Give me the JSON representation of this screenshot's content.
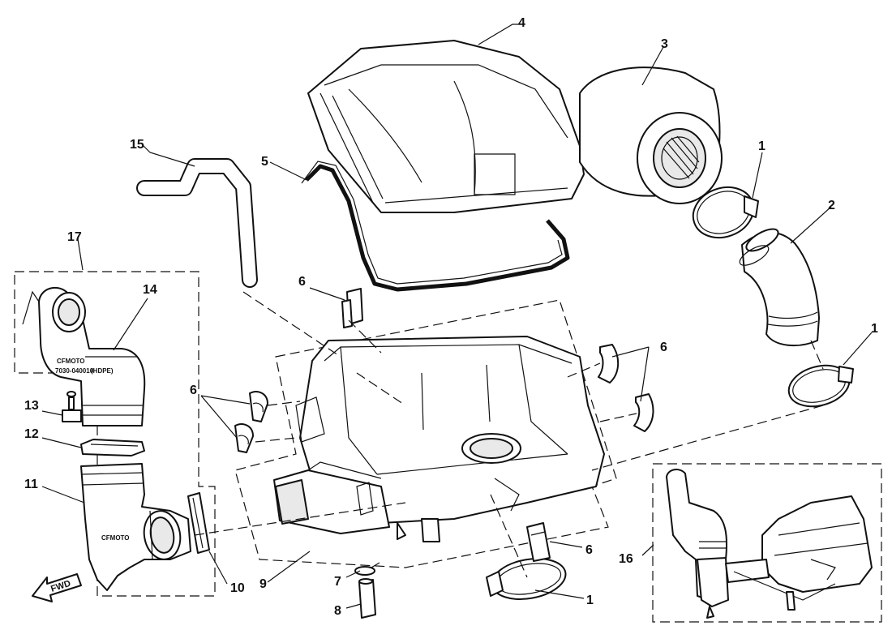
{
  "diagram": {
    "callouts": [
      {
        "key": "c4",
        "label": "4"
      },
      {
        "key": "c3",
        "label": "3"
      },
      {
        "key": "c15",
        "label": "15"
      },
      {
        "key": "c5",
        "label": "5"
      },
      {
        "key": "c1a",
        "label": "1"
      },
      {
        "key": "c2",
        "label": "2"
      },
      {
        "key": "c17",
        "label": "17"
      },
      {
        "key": "c14",
        "label": "14"
      },
      {
        "key": "c6a",
        "label": "6"
      },
      {
        "key": "c1b",
        "label": "1"
      },
      {
        "key": "c6b",
        "label": "6"
      },
      {
        "key": "c6c",
        "label": "6"
      },
      {
        "key": "c13",
        "label": "13"
      },
      {
        "key": "c12",
        "label": "12"
      },
      {
        "key": "c11",
        "label": "11"
      },
      {
        "key": "c16",
        "label": "16"
      },
      {
        "key": "c6d",
        "label": "6"
      },
      {
        "key": "c10",
        "label": "10"
      },
      {
        "key": "c9",
        "label": "9"
      },
      {
        "key": "c7",
        "label": "7"
      },
      {
        "key": "c1c",
        "label": "1"
      },
      {
        "key": "c8",
        "label": "8"
      }
    ],
    "embossed_text": {
      "brand": "CFMOTO",
      "part_number": "7030-040010",
      "material": "(HDPE)"
    },
    "direction_arrow": "FWD"
  }
}
